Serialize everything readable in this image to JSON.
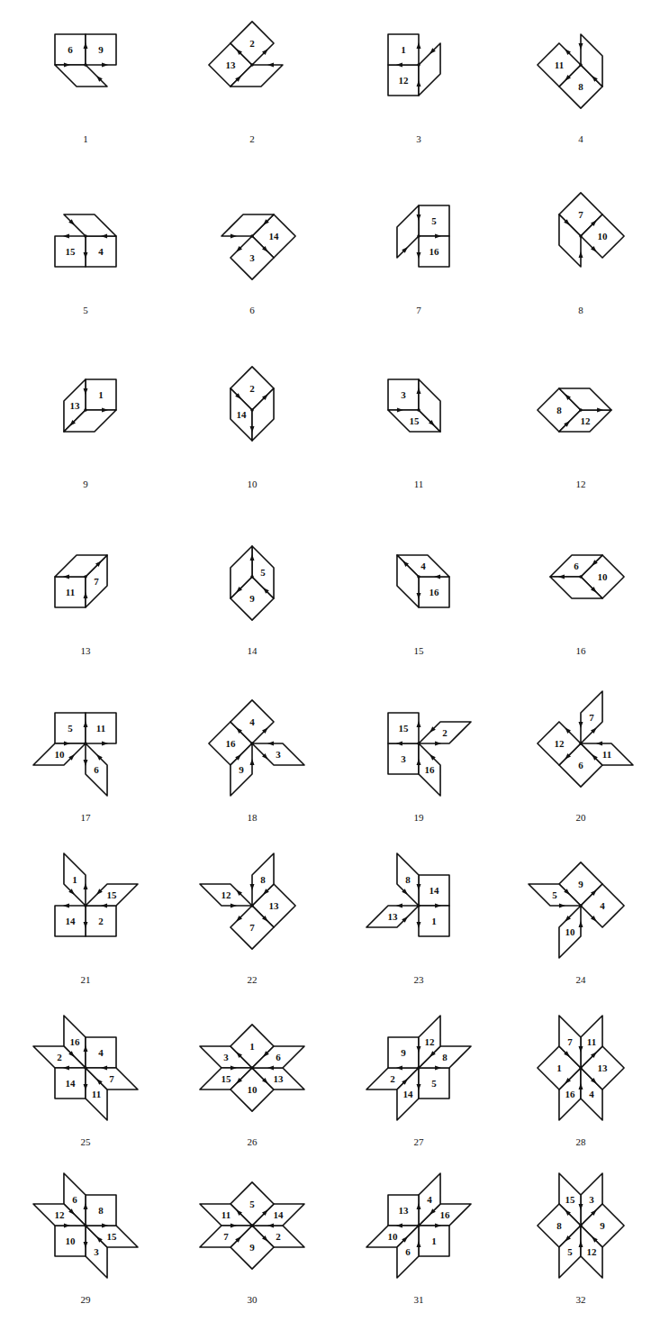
{
  "diagram": {
    "labels": [
      "6",
      "9",
      "1",
      "13",
      "2",
      "2",
      "12",
      "1",
      "3",
      "8",
      "11",
      "4",
      "4",
      "15",
      "5",
      "14",
      "3",
      "6",
      "5",
      "16",
      "7",
      "7",
      "10",
      "8",
      "1",
      "13",
      "9",
      "2",
      "14",
      "10",
      "3",
      "15",
      "11",
      "8",
      "12",
      "12",
      "11",
      "7",
      "13",
      "9",
      "5",
      "14",
      "16",
      "4",
      "15",
      "10",
      "6",
      "16",
      "5",
      "11",
      "10",
      "6",
      "17",
      "16",
      "4",
      "9",
      "3",
      "18",
      "3",
      "15",
      "16",
      "2",
      "19",
      "6",
      "12",
      "11",
      "7",
      "20",
      "2",
      "14",
      "15",
      "1",
      "21",
      "13",
      "7",
      "8",
      "12",
      "22",
      "14",
      "1",
      "8",
      "13",
      "23",
      "9",
      "4",
      "5",
      "10",
      "24",
      "16",
      "2",
      "4",
      "14",
      "11",
      "7",
      "25",
      "3",
      "15",
      "1",
      "10",
      "13",
      "6",
      "26",
      "2",
      "14",
      "9",
      "5",
      "8",
      "12",
      "27",
      "16",
      "4",
      "1",
      "13",
      "11",
      "7",
      "28",
      "3",
      "15",
      "10",
      "8",
      "6",
      "12",
      "29",
      "2",
      "14",
      "9",
      "5",
      "11",
      "7",
      "30",
      "16",
      "4",
      "1",
      "13",
      "10",
      "6",
      "31",
      "3",
      "15",
      "9",
      "8",
      "5",
      "12",
      "32"
    ]
  }
}
